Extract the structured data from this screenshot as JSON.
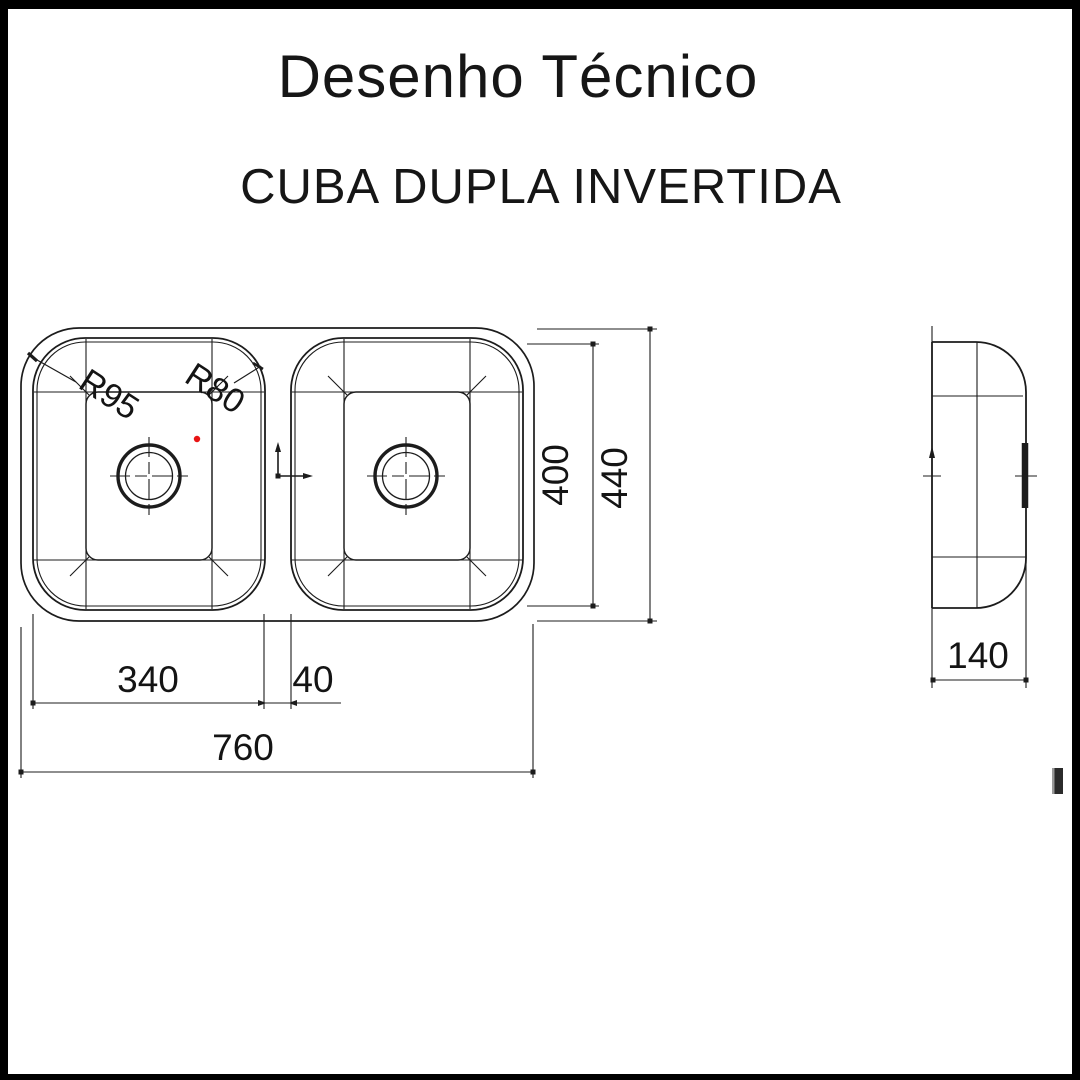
{
  "title": "Desenho Técnico",
  "subtitle": "CUBA DUPLA INVERTIDA",
  "drawing": {
    "radii": {
      "outer_corner": "R95",
      "inner_corner": "R80"
    },
    "dimensions": {
      "bowl_height": "400",
      "overall_height": "440",
      "bowl_width": "340",
      "divider_width": "40",
      "overall_width": "760",
      "side_depth": "140"
    },
    "colors": {
      "line": "#1c1c1c",
      "text": "#141414",
      "accent_dot": "#e81414"
    }
  }
}
